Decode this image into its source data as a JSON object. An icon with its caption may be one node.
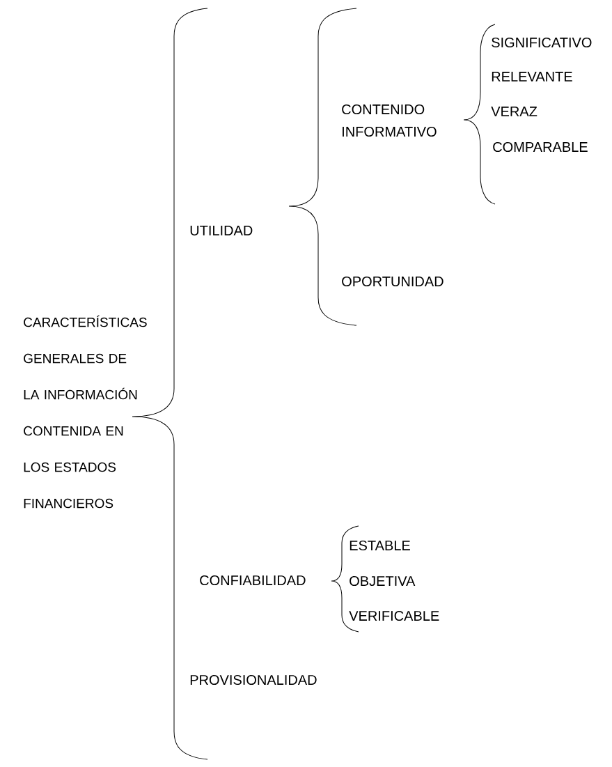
{
  "diagram": {
    "labels": [
      "CARACTERÍSTICAS GENERALES DE LA INFORMACIÓN CONTENIDA EN LOS ESTADOS FINANCIEROS",
      "UTILIDAD",
      "CONTENIDO INFORMATIVO",
      "SIGNIFICATIVO",
      "RELEVANTE",
      "VERAZ",
      "COMPARABLE",
      "OPORTUNIDAD",
      "CONFIABILIDAD",
      "ESTABLE",
      "OBJETIVA",
      "VERIFICABLE",
      "PROVISIONALIDAD"
    ]
  }
}
